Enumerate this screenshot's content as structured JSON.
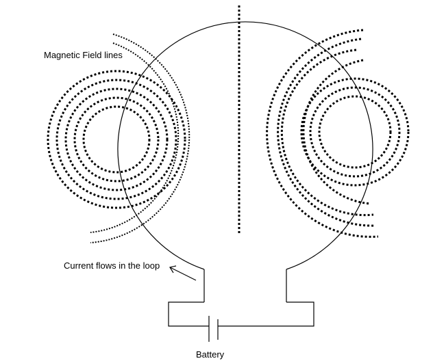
{
  "labels": {
    "field_lines": "Magnetic Field lines",
    "current": "Current flows in the loop",
    "battery": "Battery"
  },
  "colors": {
    "ink": "#000000",
    "background": "#ffffff"
  }
}
